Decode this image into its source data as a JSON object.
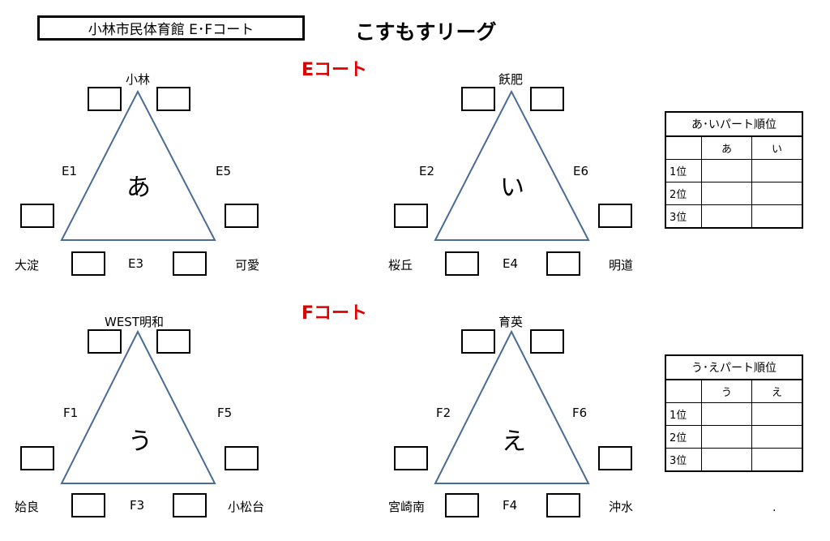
{
  "venue": "小林市民体育館 E･Fコート",
  "league": "こすもすリーグ",
  "courts": {
    "e": "Eコート",
    "f": "Fコート"
  },
  "pools": {
    "a": {
      "name": "あ",
      "top": "小林",
      "left": "大淀",
      "right": "可愛",
      "m_left": "E1",
      "m_right": "E5",
      "m_bottom": "E3"
    },
    "i": {
      "name": "い",
      "top": "飫肥",
      "left": "桜丘",
      "right": "明道",
      "m_left": "E2",
      "m_right": "E6",
      "m_bottom": "E4"
    },
    "u": {
      "name": "う",
      "top": "WEST明和",
      "left": "姶良",
      "right": "小松台",
      "m_left": "F1",
      "m_right": "F5",
      "m_bottom": "F3"
    },
    "e": {
      "name": "え",
      "top": "育英",
      "left": "宮崎南",
      "right": "沖水",
      "m_left": "F2",
      "m_right": "F6",
      "m_bottom": "F4"
    }
  },
  "rank_ai": {
    "title": "あ･いパート順位",
    "cols": [
      "あ",
      "い"
    ],
    "rows": [
      "1位",
      "2位",
      "3位"
    ]
  },
  "rank_ue": {
    "title": "う･えパート順位",
    "cols": [
      "う",
      "え"
    ],
    "rows": [
      "1位",
      "2位",
      "3位"
    ]
  },
  "footnote": "."
}
